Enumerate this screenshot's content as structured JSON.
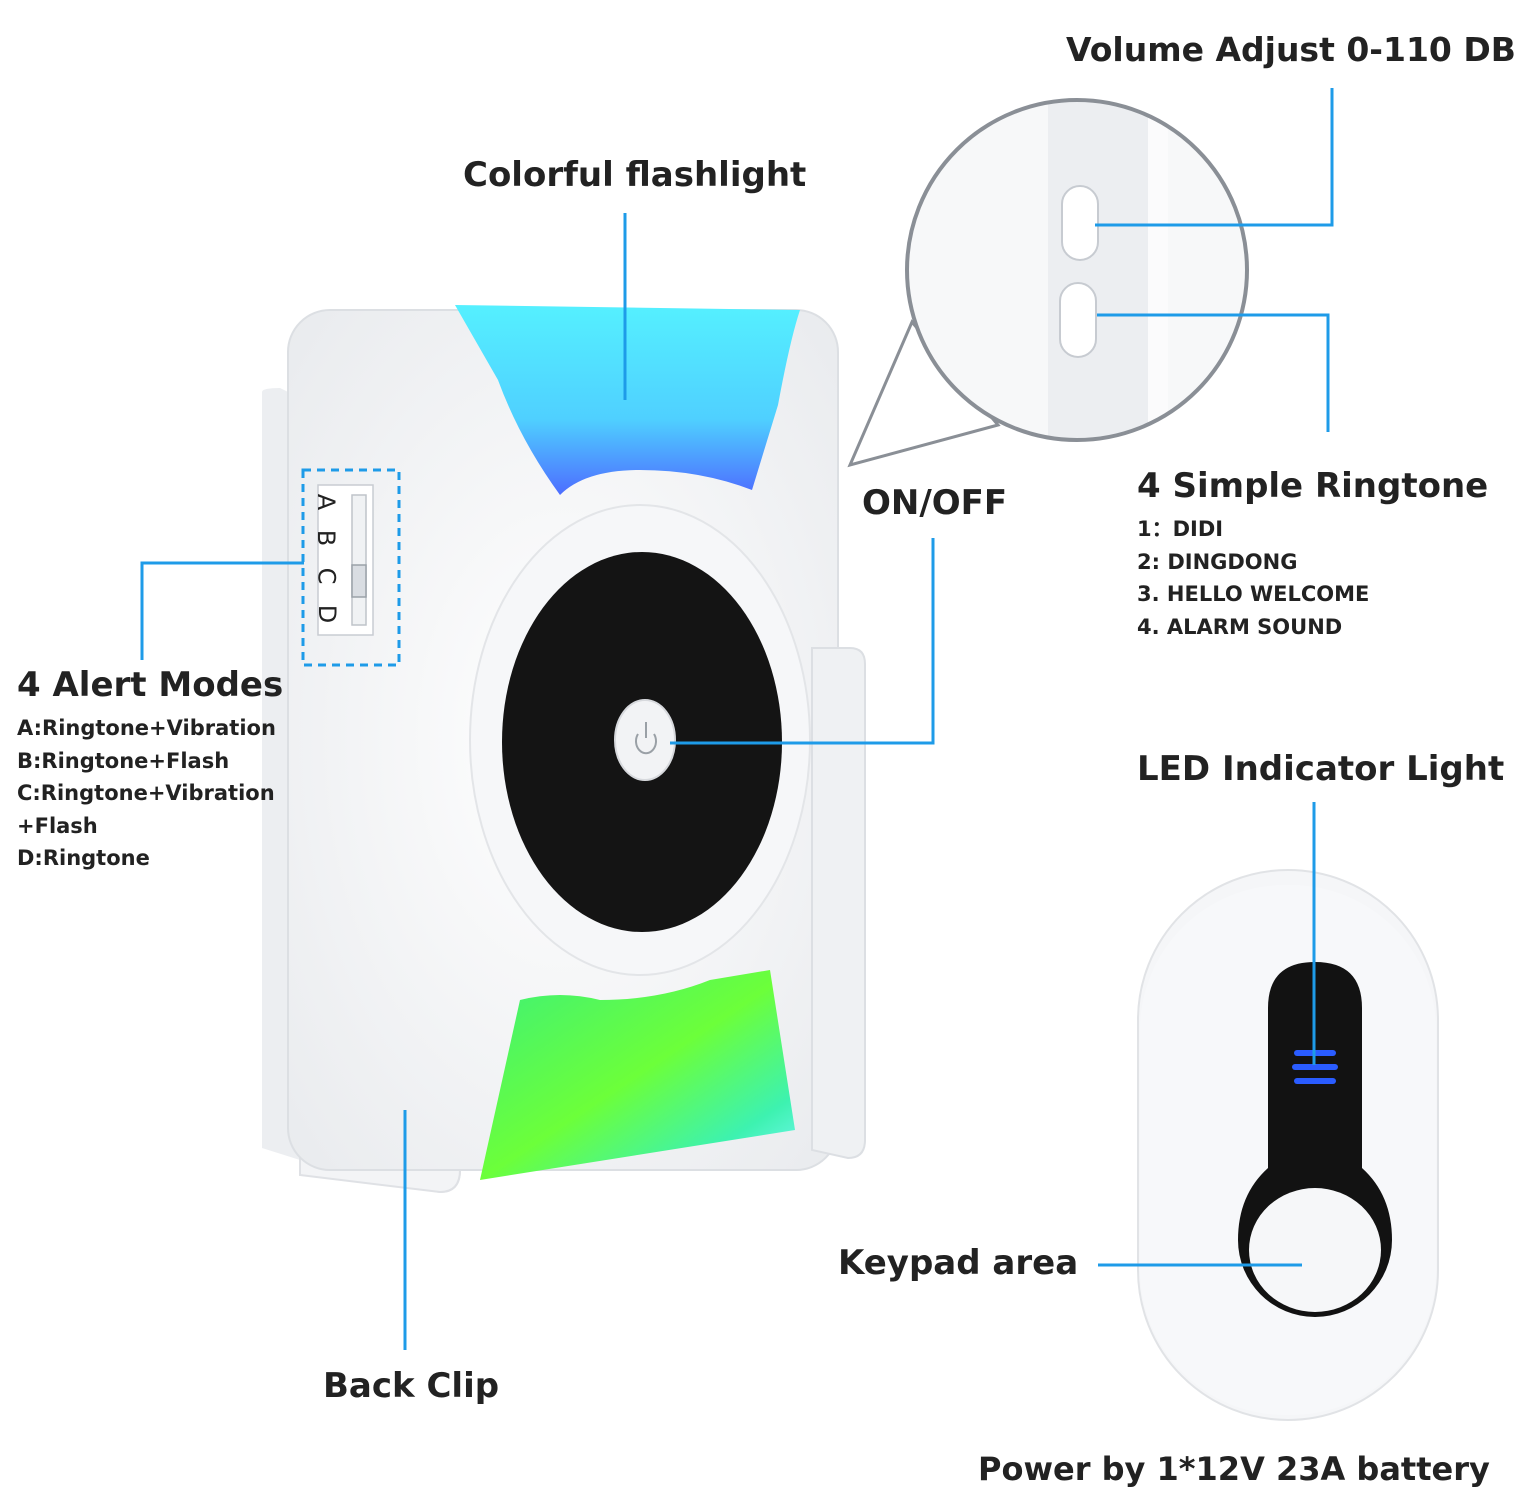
{
  "labels": {
    "volume": "Volume Adjust 0-110 DB",
    "flashlight": "Colorful flashlight",
    "onoff": "ON/OFF",
    "ringtone_title": "4 Simple Ringtone",
    "ringtones": [
      "1：DIDI",
      "2: DINGDONG",
      "3. HELLO WELCOME",
      "4. ALARM SOUND"
    ],
    "alert_title": "4 Alert Modes",
    "alert_modes": [
      "A:Ringtone+Vibration",
      "B:Ringtone+Flash",
      "C:Ringtone+Vibration",
      "+Flash",
      "D:Ringtone"
    ],
    "led": "LED Indicator Light",
    "keypad": "Keypad area",
    "back_clip": "Back Clip",
    "battery": "Power by 1*12V 23A battery",
    "switch_letters": [
      "A",
      "B",
      "C",
      "D"
    ]
  },
  "colors": {
    "callout_line": "#1e9be8",
    "device_white": "#f4f5f7",
    "button_black": "#111111",
    "led_blue": "#2a5cff"
  }
}
